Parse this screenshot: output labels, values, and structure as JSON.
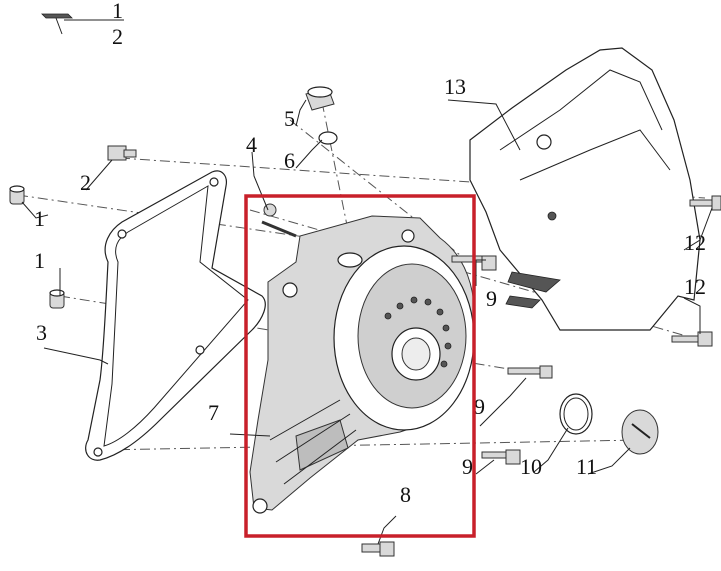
{
  "callouts": {
    "c1_top": "1",
    "c2_top": "2",
    "c1_a": "1",
    "c1_b": "1",
    "c2": "2",
    "c3": "3",
    "c4": "4",
    "c5": "5",
    "c6": "6",
    "c7": "7",
    "c8": "8",
    "c9_a": "9",
    "c9_b": "9",
    "c9_c": "9",
    "c10": "10",
    "c11": "11",
    "c12_a": "12",
    "c12_b": "12",
    "c13": "13"
  },
  "highlight": {
    "color": "#c8202a"
  }
}
